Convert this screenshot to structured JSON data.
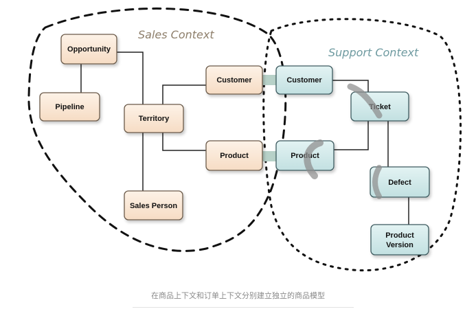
{
  "contexts": {
    "sales": {
      "title": "Sales Context"
    },
    "support": {
      "title": "Support Context"
    }
  },
  "nodes": {
    "opportunity": {
      "label": "Opportunity"
    },
    "pipeline": {
      "label": "Pipeline"
    },
    "territory": {
      "label": "Territory"
    },
    "sales_person": {
      "label": "Sales Person"
    },
    "sales_customer": {
      "label": "Customer"
    },
    "sales_product": {
      "label": "Product"
    },
    "support_customer": {
      "label": "Customer"
    },
    "support_product": {
      "label": "Product"
    },
    "ticket": {
      "label": "Ticket"
    },
    "defect": {
      "label": "Defect"
    },
    "product_version": {
      "label_line1": "Product",
      "label_line2": "Version"
    }
  },
  "colors": {
    "sales_node_fill": "#fbe9d8",
    "sales_node_border": "#6b5a4a",
    "support_node_fill": "#d3ebec",
    "support_node_border": "#3c5a5e",
    "link_band": "#b7d1c8",
    "connector": "#222222"
  },
  "caption": "在商品上下文和订单上下文分别建立独立的商品模型"
}
